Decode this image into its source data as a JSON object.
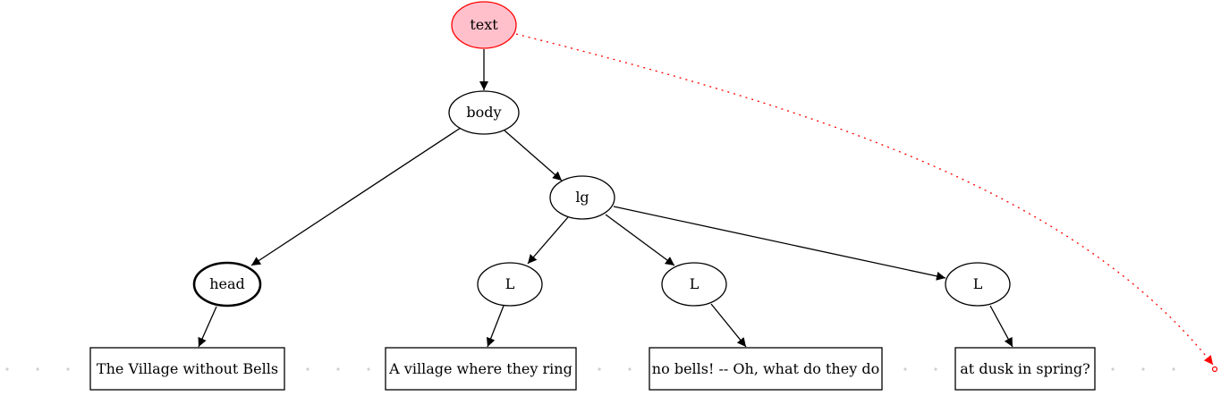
{
  "colors": {
    "root_fill": "#ffc0cb",
    "root_stroke": "#ff0000",
    "edge": "#000000",
    "dotted_edge": "#ff0000",
    "dot": "#d0d0d0"
  },
  "nodes": {
    "text": "text",
    "body": "body",
    "lg": "lg",
    "head": "head",
    "l1": "L",
    "l2": "L",
    "l3": "L",
    "t_head": "The Village without Bells",
    "t_l1": "A village where they ring",
    "t_l2": "no bells! -- Oh, what do they do",
    "t_l3": "at dusk in spring?"
  }
}
